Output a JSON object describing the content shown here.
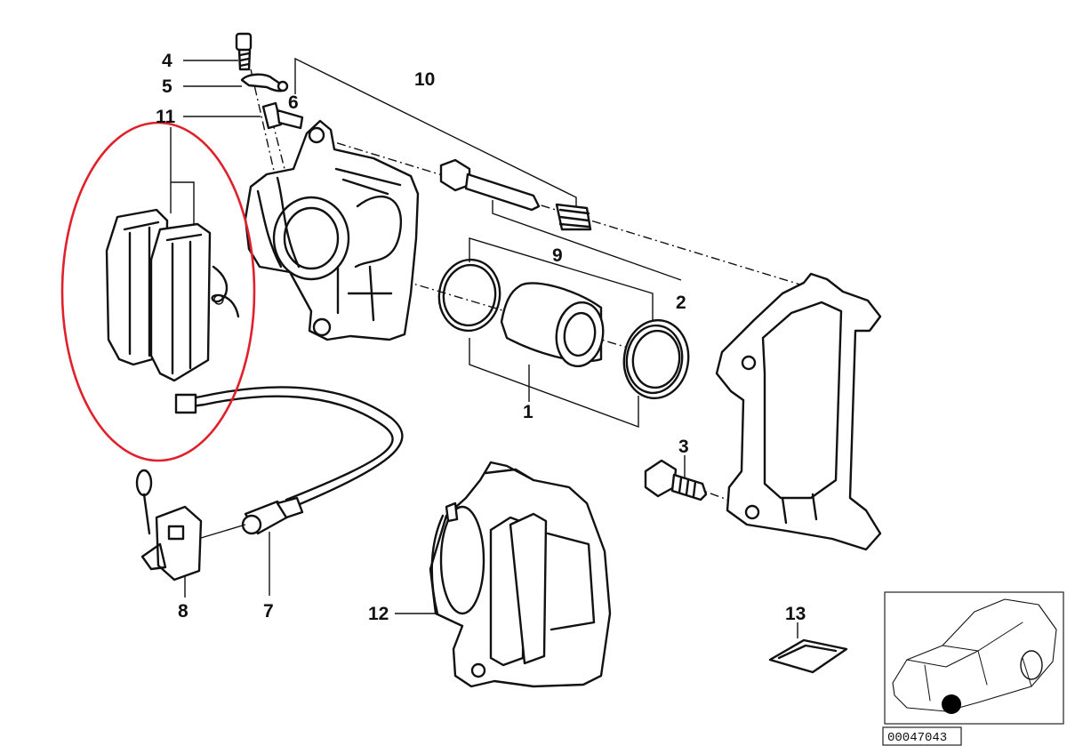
{
  "diagram": {
    "callouts": [
      {
        "id": "1",
        "label": "1"
      },
      {
        "id": "2",
        "label": "2"
      },
      {
        "id": "3",
        "label": "3"
      },
      {
        "id": "4",
        "label": "4"
      },
      {
        "id": "5",
        "label": "5"
      },
      {
        "id": "6",
        "label": "6"
      },
      {
        "id": "7",
        "label": "7"
      },
      {
        "id": "8",
        "label": "8"
      },
      {
        "id": "9",
        "label": "9"
      },
      {
        "id": "10",
        "label": "10"
      },
      {
        "id": "11",
        "label": "11"
      },
      {
        "id": "12",
        "label": "12"
      },
      {
        "id": "13",
        "label": "13"
      }
    ],
    "diagram_id": "00047043",
    "highlight_color": "#e0202a",
    "line_color": "#111111"
  }
}
